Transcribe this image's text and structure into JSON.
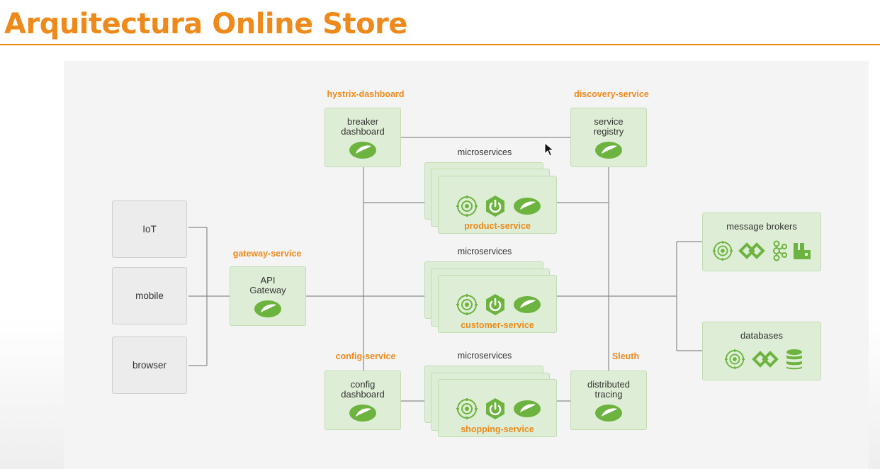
{
  "title": "Arquitectura Online Store",
  "clients": [
    "IoT",
    "mobile",
    "browser"
  ],
  "gateway": {
    "tag": "gateway-service",
    "label_line1": "API",
    "label_line2": "Gateway"
  },
  "hystrix": {
    "tag": "hystrix-dashboard",
    "label_line1": "breaker",
    "label_line2": "dashboard"
  },
  "discovery": {
    "tag": "discovery-service",
    "label_line1": "service",
    "label_line2": "registry"
  },
  "config": {
    "tag": "config-service",
    "label_line1": "config",
    "label_line2": "dashboard"
  },
  "sleuth": {
    "tag": "Sleuth",
    "label_line1": "distributed",
    "label_line2": "tracing"
  },
  "microservices": [
    {
      "group_label": "microservices",
      "name": "product-service"
    },
    {
      "group_label": "microservices",
      "name": "customer-service"
    },
    {
      "group_label": "microservices",
      "name": "shopping-service"
    }
  ],
  "message_brokers": {
    "label": "message brokers",
    "icons": [
      "activemq-icon",
      "cloud-stream-icon",
      "kafka-icon",
      "rabbitmq-icon"
    ]
  },
  "databases": {
    "label": "databases",
    "icons": [
      "activemq-icon",
      "cloud-stream-icon",
      "database-icon"
    ]
  },
  "microservice_icons": [
    "activemq-icon",
    "spring-boot-icon",
    "spring-leaf-icon"
  ],
  "colors": {
    "accent": "#ee8a1b",
    "box_fill": "#deeed6",
    "box_border": "#c1dcb3",
    "icon_green": "#6db33f"
  }
}
